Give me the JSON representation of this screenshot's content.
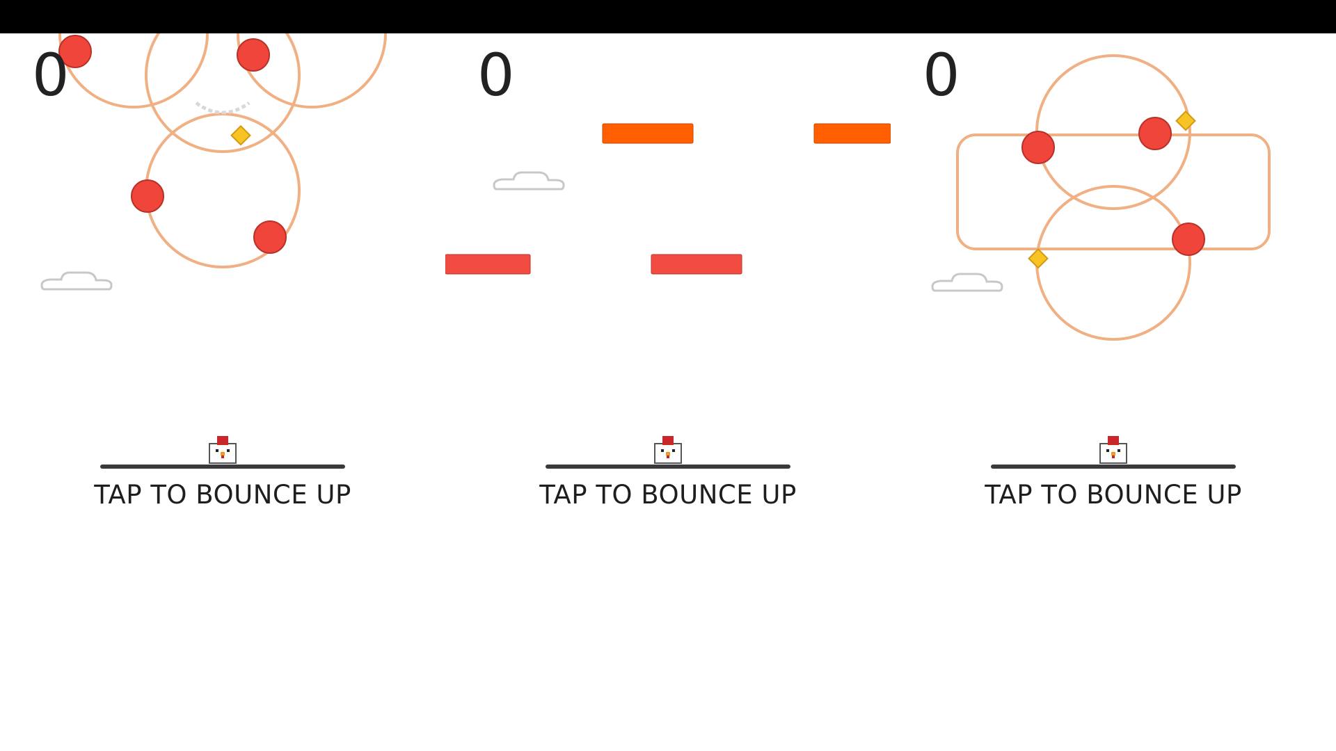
{
  "colors": {
    "top_bar": "#000000",
    "background": "#ffffff",
    "ring": "#f0b084",
    "ball": "#f0453a",
    "gem": "#f7c325",
    "bar_orange": "#ff5f00",
    "bar_red": "#f24c42",
    "ground": "#3a3a3a",
    "cloud_outline": "#c8c8c8"
  },
  "icons": {
    "player": "chicken-icon",
    "cloud": "cloud-icon",
    "gem": "diamond-icon"
  },
  "panels": [
    {
      "score": "0",
      "prompt": "TAP TO BOUNCE UP"
    },
    {
      "score": "0",
      "prompt": "TAP TO BOUNCE UP"
    },
    {
      "score": "0",
      "prompt": "TAP TO BOUNCE UP"
    }
  ]
}
